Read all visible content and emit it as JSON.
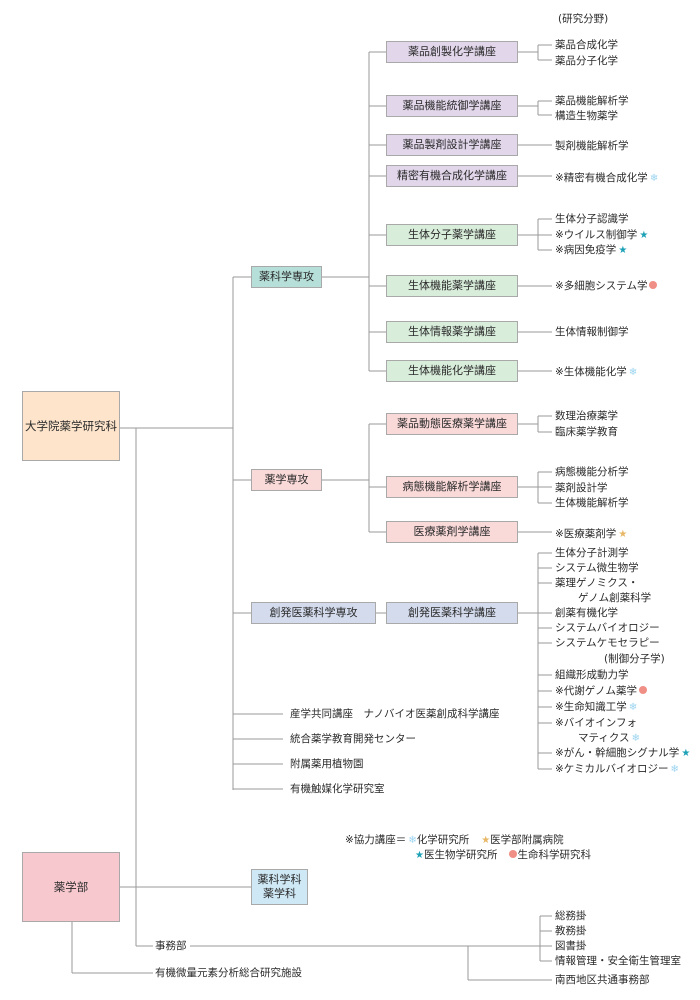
{
  "header": {
    "field_label": "(研究分野)"
  },
  "colors": {
    "grad_school_bg": "#fde4cb",
    "faculty_bg": "#f7c9cf",
    "major_pharmsci_bg": "#b5dfd8",
    "course_purple_bg": "#e1d6ea",
    "course_green_bg": "#d9eddb",
    "course_pink_bg": "#fad9d9",
    "course_blue_bg": "#d3dbed",
    "undergrad_bg": "#cfe8f6",
    "line": "#9a9a9a"
  },
  "org": {
    "graduate_school": "大学院薬学研究科",
    "faculty": "薬学部",
    "majors": [
      {
        "name": "薬科学専攻"
      },
      {
        "name": "薬学専攻"
      },
      {
        "name": "創発医薬科学専攻"
      }
    ],
    "courses": [
      {
        "name": "薬品創製化学講座",
        "fields": [
          {
            "text": "薬品合成化学",
            "mark": ""
          },
          {
            "text": "薬品分子化学",
            "mark": ""
          }
        ]
      },
      {
        "name": "薬品機能統御学講座",
        "fields": [
          {
            "text": "薬品機能解析学",
            "mark": ""
          },
          {
            "text": "構造生物薬学",
            "mark": ""
          }
        ]
      },
      {
        "name": "薬品製剤設計学講座",
        "fields": [
          {
            "text": "製剤機能解析学",
            "mark": ""
          }
        ]
      },
      {
        "name": "精密有機合成化学講座",
        "fields": [
          {
            "text": "※精密有機合成化学",
            "mark": "light"
          }
        ]
      },
      {
        "name": "生体分子薬学講座",
        "fields": [
          {
            "text": "生体分子認識学",
            "mark": ""
          },
          {
            "text": "※ウイルス制御学",
            "mark": "blue"
          },
          {
            "text": "※病因免疫学",
            "mark": "blue"
          }
        ]
      },
      {
        "name": "生体機能薬学講座",
        "fields": [
          {
            "text": "※多細胞システム学",
            "mark": "circle"
          }
        ]
      },
      {
        "name": "生体情報薬学講座",
        "fields": [
          {
            "text": "生体情報制御学",
            "mark": ""
          }
        ]
      },
      {
        "name": "生体機能化学講座",
        "fields": [
          {
            "text": "※生体機能化学",
            "mark": "light"
          }
        ]
      },
      {
        "name": "薬品動態医療薬学講座",
        "fields": [
          {
            "text": "数理治療薬学",
            "mark": ""
          },
          {
            "text": "臨床薬学教育",
            "mark": ""
          }
        ]
      },
      {
        "name": "病態機能解析学講座",
        "fields": [
          {
            "text": "病態機能分析学",
            "mark": ""
          },
          {
            "text": "薬剤設計学",
            "mark": ""
          },
          {
            "text": "生体機能解析学",
            "mark": ""
          }
        ]
      },
      {
        "name": "医療薬剤学講座",
        "fields": [
          {
            "text": "※医療薬剤学",
            "mark": "star"
          }
        ]
      },
      {
        "name": "創発医薬科学講座",
        "fields": [
          {
            "text": "生体分子計測学",
            "mark": ""
          },
          {
            "text": "システム微生物学",
            "mark": ""
          },
          {
            "text": "薬理ゲノミクス・",
            "mark": ""
          },
          {
            "text": "ゲノム創薬科学",
            "mark": ""
          },
          {
            "text": "創薬有機化学",
            "mark": ""
          },
          {
            "text": "システムバイオロジー",
            "mark": ""
          },
          {
            "text": "システムケモセラピー",
            "mark": ""
          },
          {
            "text": "(制御分子学)",
            "mark": ""
          },
          {
            "text": "組織形成動力学",
            "mark": ""
          },
          {
            "text": "※代謝ゲノム薬学",
            "mark": "circle"
          },
          {
            "text": "※生命知識工学",
            "mark": "light"
          },
          {
            "text": "※バイオインフォ",
            "mark": ""
          },
          {
            "text": "マティクス",
            "mark": "light"
          },
          {
            "text": "※がん・幹細胞シグナル学",
            "mark": "blue"
          },
          {
            "text": "※ケミカルバイオロジー",
            "mark": "light"
          }
        ]
      }
    ],
    "other_units": [
      "産学共同講座　ナノバイオ医薬創成科学講座",
      "統合薬学教育開発センター",
      "附属薬用植物園",
      "有機触媒化学研究室"
    ],
    "undergrad": {
      "line1": "薬科学科",
      "line2": "薬学科"
    },
    "office": {
      "name": "事務部",
      "sections": [
        "総務掛",
        "教務掛",
        "図書掛",
        "情報管理・安全衛生管理室"
      ],
      "shared": "南西地区共通事務部"
    },
    "analysis_facility": "有機微量元素分析総合研究施設"
  },
  "legend": {
    "prefix": "※協力講座＝",
    "items": [
      {
        "mark": "light",
        "text": "化学研究所"
      },
      {
        "mark": "star",
        "text": "医学部附属病院"
      },
      {
        "mark": "blue",
        "text": "医生物学研究所"
      },
      {
        "mark": "circle",
        "text": "生命科学研究科"
      }
    ]
  }
}
